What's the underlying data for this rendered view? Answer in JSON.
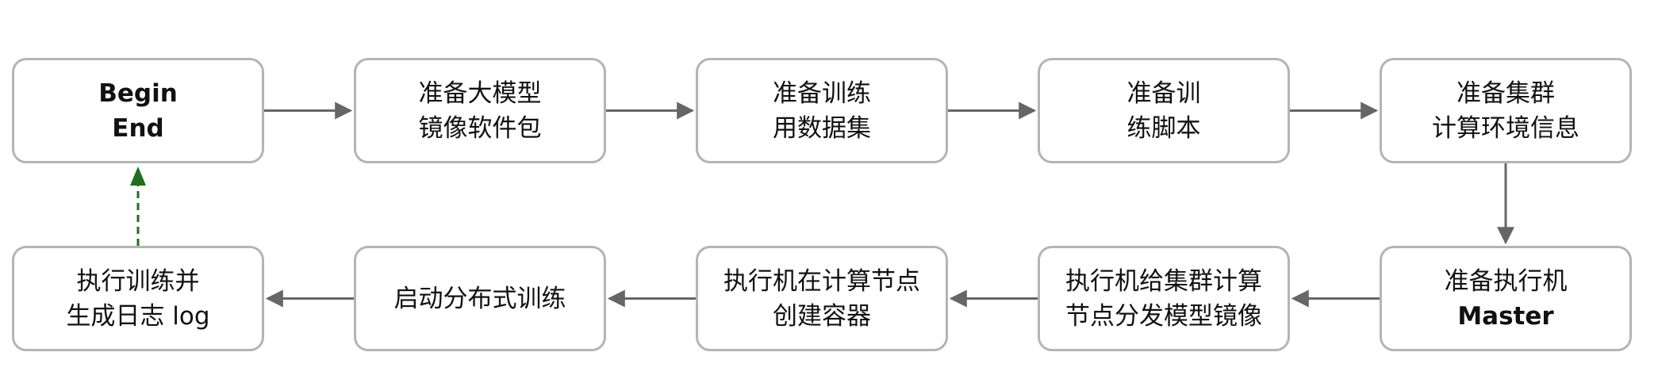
{
  "colors": {
    "node_border": "#b4b4b4",
    "arrow": "#666666",
    "return_arrow": "#1f6f1f",
    "text": "#111111"
  },
  "nodes": [
    {
      "id": "begin-end",
      "lines": [
        "Begin",
        "End"
      ]
    },
    {
      "id": "prepare-model-image",
      "lines": [
        "准备大模型",
        "镜像软件包"
      ]
    },
    {
      "id": "prepare-training-data",
      "lines": [
        "准备训练",
        "用数据集"
      ]
    },
    {
      "id": "prepare-training-script",
      "lines": [
        "准备训",
        "练脚本"
      ]
    },
    {
      "id": "prepare-cluster-info",
      "lines": [
        "准备集群",
        "计算环境信息"
      ]
    },
    {
      "id": "prepare-executor",
      "lines": [
        "准备执行机",
        "Master"
      ]
    },
    {
      "id": "distribute-image",
      "lines": [
        "执行机给集群计算",
        "节点分发模型镜像"
      ]
    },
    {
      "id": "create-containers",
      "lines": [
        "执行机在计算节点",
        "创建容器"
      ]
    },
    {
      "id": "start-distributed-training",
      "lines": [
        "启动分布式训练"
      ]
    },
    {
      "id": "execute-training-log",
      "lines": [
        "执行训练并",
        "生成日志 log"
      ]
    }
  ],
  "edges": [
    {
      "from": "begin-end",
      "to": "prepare-model-image",
      "style": "solid"
    },
    {
      "from": "prepare-model-image",
      "to": "prepare-training-data",
      "style": "solid"
    },
    {
      "from": "prepare-training-data",
      "to": "prepare-training-script",
      "style": "solid"
    },
    {
      "from": "prepare-training-script",
      "to": "prepare-cluster-info",
      "style": "solid"
    },
    {
      "from": "prepare-cluster-info",
      "to": "prepare-executor",
      "style": "solid"
    },
    {
      "from": "prepare-executor",
      "to": "distribute-image",
      "style": "solid"
    },
    {
      "from": "distribute-image",
      "to": "create-containers",
      "style": "solid"
    },
    {
      "from": "create-containers",
      "to": "start-distributed-training",
      "style": "solid"
    },
    {
      "from": "start-distributed-training",
      "to": "execute-training-log",
      "style": "solid"
    },
    {
      "from": "execute-training-log",
      "to": "begin-end",
      "style": "dashed"
    }
  ]
}
